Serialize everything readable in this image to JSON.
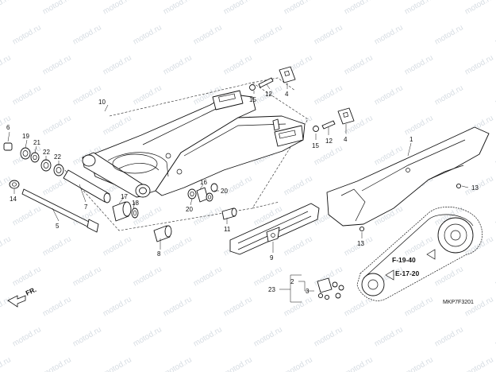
{
  "watermark": "motod.ru",
  "image_code": "MKP7F3201",
  "front_indicator": "FR.",
  "references": [
    "F-19-40",
    "E-17-20"
  ],
  "part_callouts": {
    "swingarm": "10",
    "collar_left": "6",
    "bearing_19": "19",
    "seal_21": "21",
    "ring_22a": "22",
    "ring_22b": "22",
    "washer_14": "14",
    "pivot_collar": "7",
    "pivot_bolt": "5",
    "bearing_17": "17",
    "seal_18": "18",
    "collar_8": "8",
    "bearing_16": "16",
    "seal_20a": "20",
    "seal_20b": "20",
    "collar_11": "11",
    "slider": "9",
    "nut_15a": "15",
    "bolt_12a": "12",
    "plate_4a": "4",
    "nut_15b": "15",
    "bolt_12b": "12",
    "plate_4b": "4",
    "chain_case": "1",
    "screw_13a": "13",
    "screw_13b": "13",
    "adjuster_set": "2",
    "adjuster_kit": "3",
    "drive_kit": "23"
  }
}
